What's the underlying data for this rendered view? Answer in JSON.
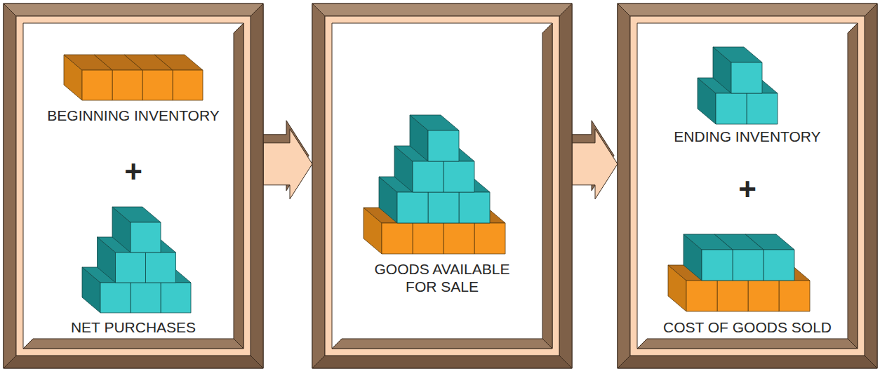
{
  "diagram": {
    "nodes": [
      {
        "text": [
          "BEGINNING INVENTORY",
          "+",
          "NET PURCHASES"
        ]
      },
      {
        "text": [
          "GOODS AVAILABLE FOR SALE"
        ]
      },
      {
        "text": [
          "ENDING INVENTORY",
          "+",
          "COST OF GOODS SOLD"
        ]
      }
    ],
    "edges": [
      {
        "from": 0,
        "to": 1,
        "arrow": "to"
      },
      {
        "from": 1,
        "to": 2,
        "arrow": "to"
      }
    ]
  }
}
